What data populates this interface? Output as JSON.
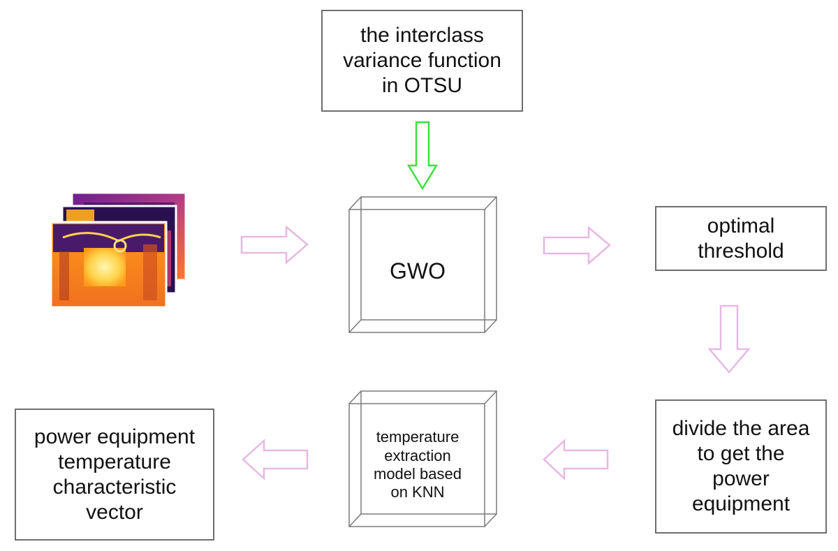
{
  "nodes": {
    "otsu": {
      "lines": [
        "the interclass",
        "variance function",
        "in OTSU"
      ]
    },
    "gwo": {
      "label": "GWO"
    },
    "threshold": {
      "lines": [
        "optimal",
        "threshold"
      ]
    },
    "divide": {
      "lines": [
        "divide the area",
        "to get the",
        "power",
        "equipment"
      ]
    },
    "knn": {
      "lines": [
        "temperature",
        "extraction",
        "model based",
        "on KNN"
      ]
    },
    "vector": {
      "lines": [
        "power equipment",
        "temperature",
        "characteristic",
        "vector"
      ]
    }
  },
  "colors": {
    "box_border": "#6e6e6e",
    "arrow_green": "#3ee03e",
    "arrow_pink": "#e7b8e4",
    "text": "#111111"
  },
  "icons": {
    "thermal_stack": "thermal-image-stack-icon"
  }
}
